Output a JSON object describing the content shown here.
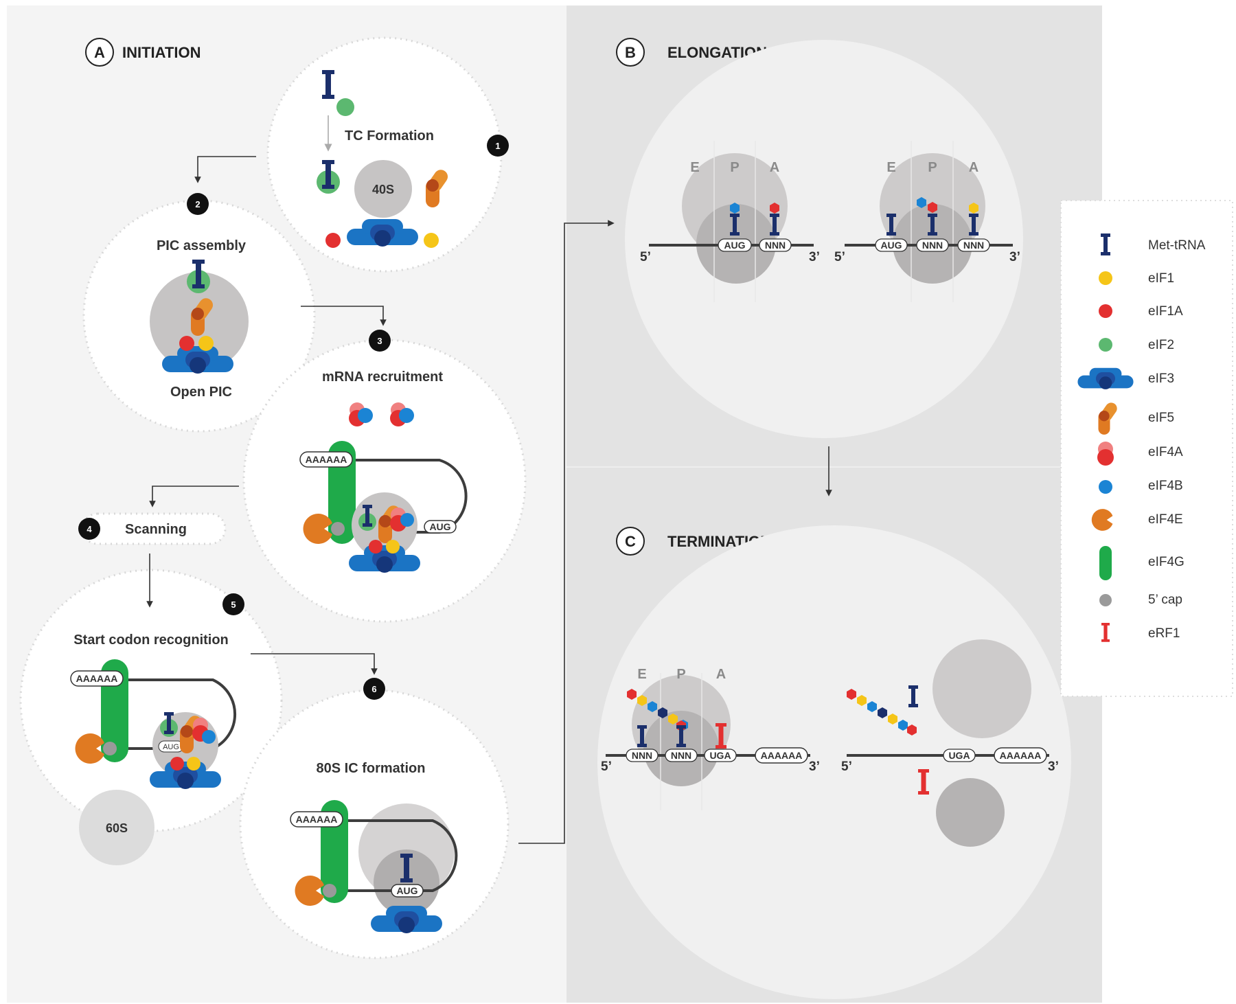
{
  "sections": {
    "initiation": {
      "letter": "A",
      "title": "INITIATION"
    },
    "elongation": {
      "letter": "B",
      "title": "ELONGATION"
    },
    "termination": {
      "letter": "C",
      "title": "TERMINATION"
    }
  },
  "steps": [
    {
      "number": "1",
      "label": "TC Formation"
    },
    {
      "number": "2",
      "label": "PIC assembly",
      "sublabel": "Open PIC"
    },
    {
      "number": "3",
      "label": "mRNA recruitment"
    },
    {
      "number": "4",
      "label": "Scanning"
    },
    {
      "number": "5",
      "label": "Start codon recognition"
    },
    {
      "number": "6",
      "label": "80S IC formation"
    }
  ],
  "subunits": {
    "small": "40S",
    "large": "60S"
  },
  "sequences": {
    "polyA": "AAAAAA",
    "start": "AUG",
    "any": "NNN",
    "stop": "UGA"
  },
  "ends": {
    "five": "5’",
    "three": "3’"
  },
  "sites": [
    "E",
    "P",
    "A"
  ],
  "legend": [
    {
      "label": "Met-tRNA",
      "icon": "met-trna-icon",
      "color": "#1b2f6b"
    },
    {
      "label": "eIF1",
      "icon": "eif1-icon",
      "color": "#f5c518"
    },
    {
      "label": "eIF1A",
      "icon": "eif1a-icon",
      "color": "#e33030"
    },
    {
      "label": "eIF2",
      "icon": "eif2-icon",
      "color": "#5cb870"
    },
    {
      "label": "eIF3",
      "icon": "eif3-icon",
      "color": "#1b74c4"
    },
    {
      "label": "eIF5",
      "icon": "eif5-icon",
      "color": "#e07a22"
    },
    {
      "label": "eIF4A",
      "icon": "eif4a-icon",
      "color": "#e33030"
    },
    {
      "label": "eIF4B",
      "icon": "eif4b-icon",
      "color": "#1b84d4"
    },
    {
      "label": "eIF4E",
      "icon": "eif4e-icon",
      "color": "#e07a22"
    },
    {
      "label": "eIF4G",
      "icon": "eif4g-icon",
      "color": "#1faa4a"
    },
    {
      "label": "5’ cap",
      "icon": "cap-icon",
      "color": "#9a9a9a"
    },
    {
      "label": "eRF1",
      "icon": "erf1-icon",
      "color": "#e33030"
    }
  ]
}
